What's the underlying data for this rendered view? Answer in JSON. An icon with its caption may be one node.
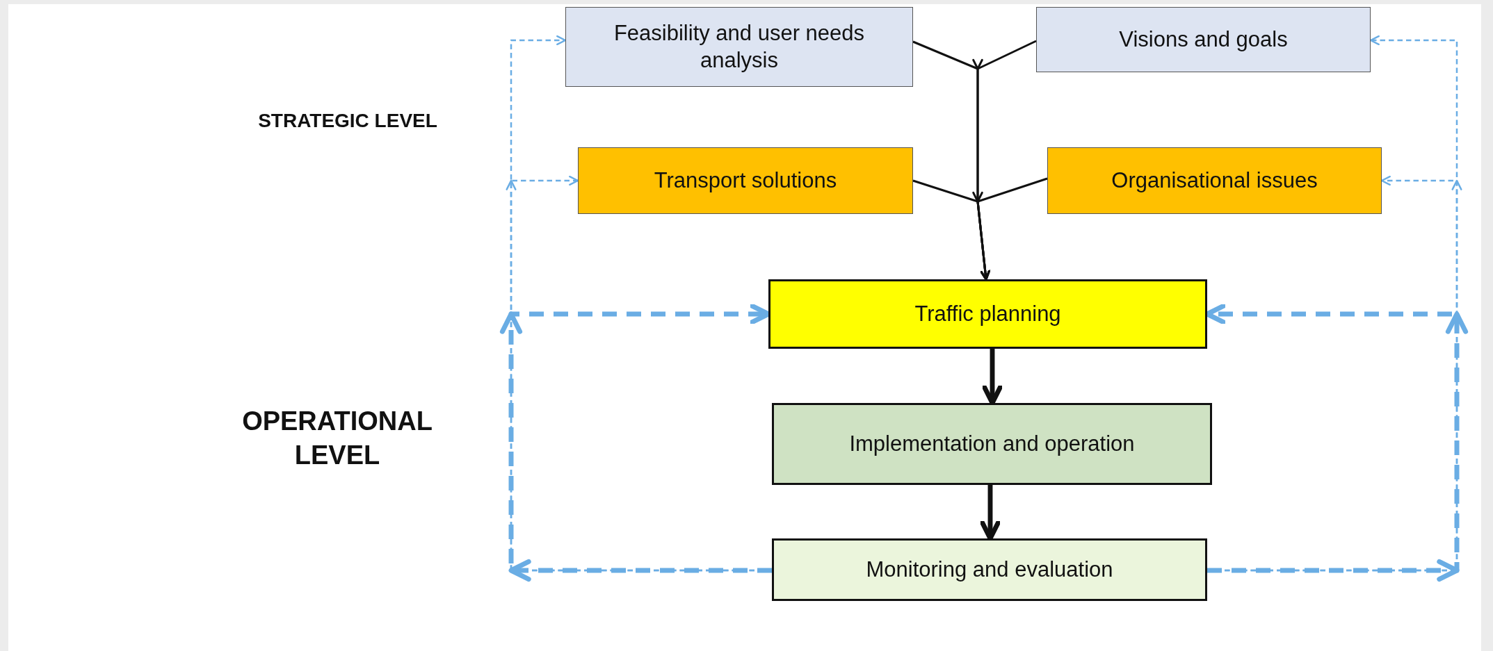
{
  "diagram": {
    "nodes": [
      {
        "text": [
          "Feasibility and user needs analysis"
        ]
      },
      {
        "text": [
          "Visions and goals"
        ]
      },
      {
        "text": [
          "Transport solutions"
        ]
      },
      {
        "text": [
          "Organisational issues"
        ]
      },
      {
        "text": [
          "Traffic planning"
        ]
      },
      {
        "text": [
          "Implementation and operation"
        ]
      },
      {
        "text": [
          "Monitoring and evaluation"
        ]
      }
    ],
    "edges": [
      {
        "from": 0,
        "to": 4,
        "arrow": "to"
      },
      {
        "from": 1,
        "to": 4,
        "arrow": "to"
      },
      {
        "from": 2,
        "to": 4,
        "arrow": "to"
      },
      {
        "from": 3,
        "to": 4,
        "arrow": "to"
      },
      {
        "from": 4,
        "to": 5,
        "arrow": "to",
        "style": "thick"
      },
      {
        "from": 5,
        "to": 6,
        "arrow": "to",
        "style": "thick"
      },
      {
        "from": 6,
        "to": 4,
        "arrow": "to",
        "style": "dashed",
        "color": "#6aade4"
      },
      {
        "from": 6,
        "to": 2,
        "arrow": "to",
        "style": "dashed",
        "color": "#6aade4"
      },
      {
        "from": 6,
        "to": 0,
        "arrow": "to",
        "style": "dashed",
        "color": "#6aade4"
      },
      {
        "from": 6,
        "to": 4,
        "arrow": "to",
        "style": "dashed",
        "color": "#6aade4"
      },
      {
        "from": 6,
        "to": 3,
        "arrow": "to",
        "style": "dashed",
        "color": "#6aade4"
      },
      {
        "from": 6,
        "to": 1,
        "arrow": "to",
        "style": "dashed",
        "color": "#6aade4"
      }
    ],
    "labels": [
      "STRATEGIC LEVEL",
      "OPERATIONAL LEVEL"
    ]
  }
}
